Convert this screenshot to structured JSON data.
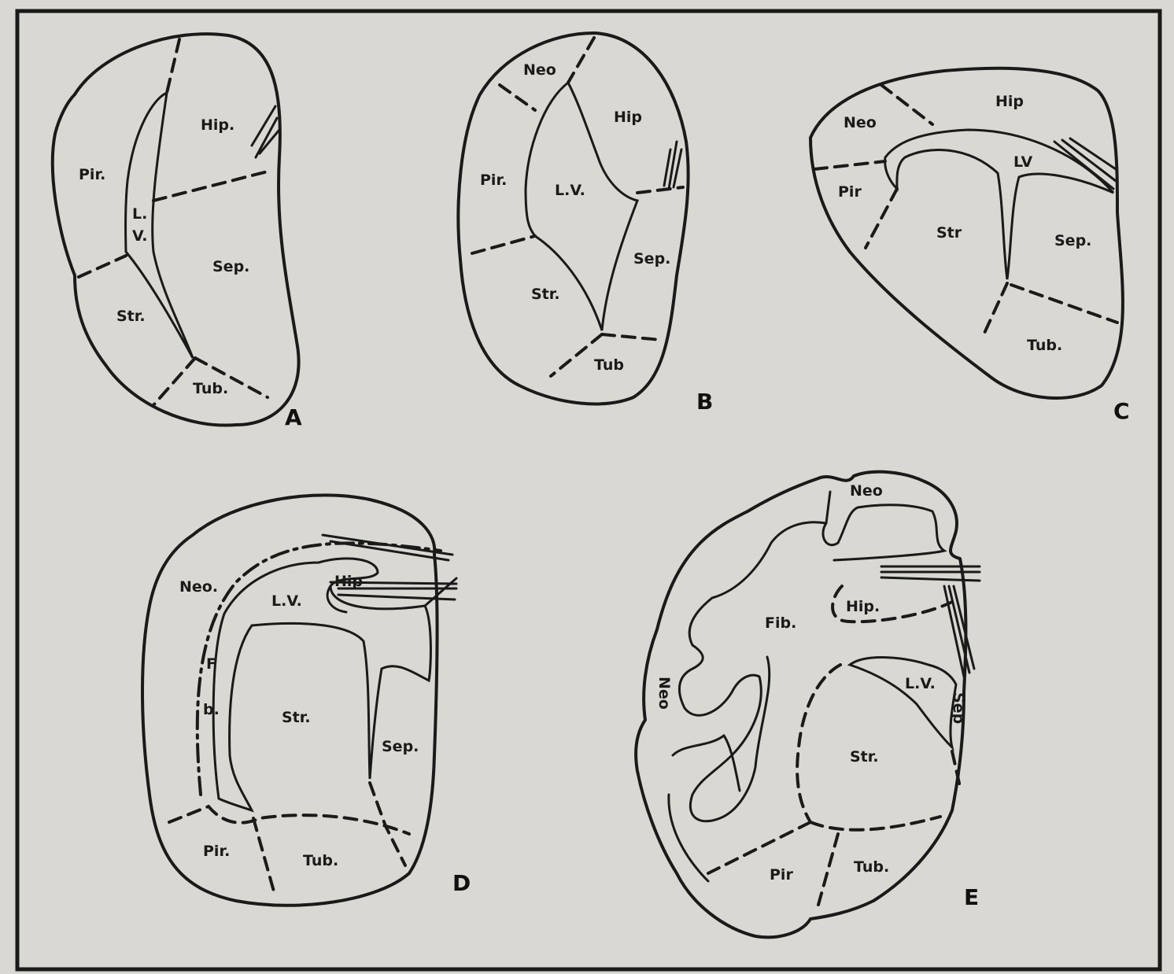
{
  "panels": {
    "A": {
      "letter": "A",
      "labels": {
        "pir": "Pir.",
        "hip": "Hip.",
        "lv_l": "L.",
        "lv_v": "V.",
        "sep": "Sep.",
        "str": "Str.",
        "tub": "Tub."
      }
    },
    "B": {
      "letter": "B",
      "labels": {
        "neo": "Neo",
        "hip": "Hip",
        "pir": "Pir.",
        "lv": "L.V.",
        "sep": "Sep.",
        "str": "Str.",
        "tub": "Tub"
      }
    },
    "C": {
      "letter": "C",
      "labels": {
        "neo": "Neo",
        "hip": "Hip",
        "pir": "Pir",
        "lv": "LV",
        "str": "Str",
        "sep": "Sep.",
        "tub": "Tub."
      }
    },
    "D": {
      "letter": "D",
      "labels": {
        "neo": "Neo.",
        "lv": "L.V.",
        "hip": "Hip",
        "f": "F",
        "b": "b.",
        "str": "Str.",
        "sep": "Sep.",
        "pir": "Pir.",
        "tub": "Tub."
      }
    },
    "E": {
      "letter": "E",
      "labels": {
        "neo": "Neo",
        "neo_side": "Neo",
        "fib": "Fib.",
        "hip": "Hip.",
        "lv": "L.V.",
        "sep": "Sep",
        "str": "Str.",
        "pir": "Pir",
        "tub": "Tub."
      }
    }
  }
}
